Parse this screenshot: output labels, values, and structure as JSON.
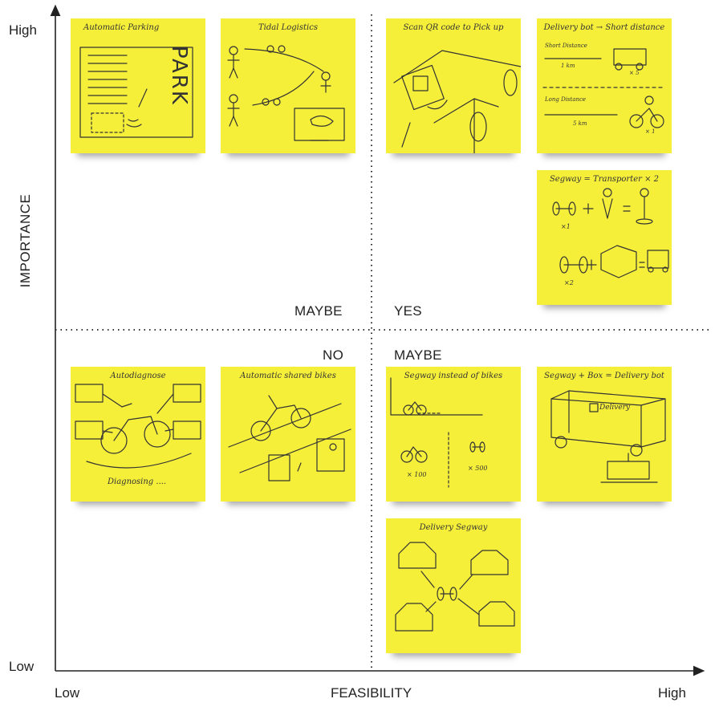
{
  "axes": {
    "y_title": "IMPORTANCE",
    "y_high": "High",
    "y_low": "Low",
    "x_title": "FEASIBILITY",
    "x_low": "Low",
    "x_high": "High"
  },
  "quadrants": {
    "top_left": "MAYBE",
    "top_right": "YES",
    "bottom_left": "NO",
    "bottom_right": "MAYBE"
  },
  "notes": {
    "automatic_parking": {
      "title": "Automatic Parking",
      "side_text": "PARK"
    },
    "tidal_logistics": {
      "title": "Tidal Logistics"
    },
    "scan_qr": {
      "title": "Scan QR code to Pick up"
    },
    "delivery_bot": {
      "title": "Delivery bot → Short distance",
      "short_label": "Short Distance",
      "short_dist": "1 km",
      "short_mult": "× 5",
      "long_label": "Long Distance",
      "long_dist": "5 km",
      "long_mult": "× 1"
    },
    "segway_transporter": {
      "title": "Segway = Transporter × 2",
      "mult1": "×1",
      "mult2": "×2"
    },
    "autodiagnose": {
      "title": "Autodiagnose",
      "caption": "Diagnosing ...."
    },
    "automatic_shared_bikes": {
      "title": "Automatic shared bikes"
    },
    "segway_instead": {
      "title": "Segway instead of bikes",
      "mult_bike": "× 100",
      "mult_segway": "× 500"
    },
    "segway_box": {
      "title": "Segway + Box = Delivery bot",
      "box_label": "Delivery"
    },
    "delivery_segway": {
      "title": "Delivery Segway"
    }
  },
  "colors": {
    "note": "#f6ef3a",
    "ink": "#333333",
    "axis": "#222222"
  }
}
